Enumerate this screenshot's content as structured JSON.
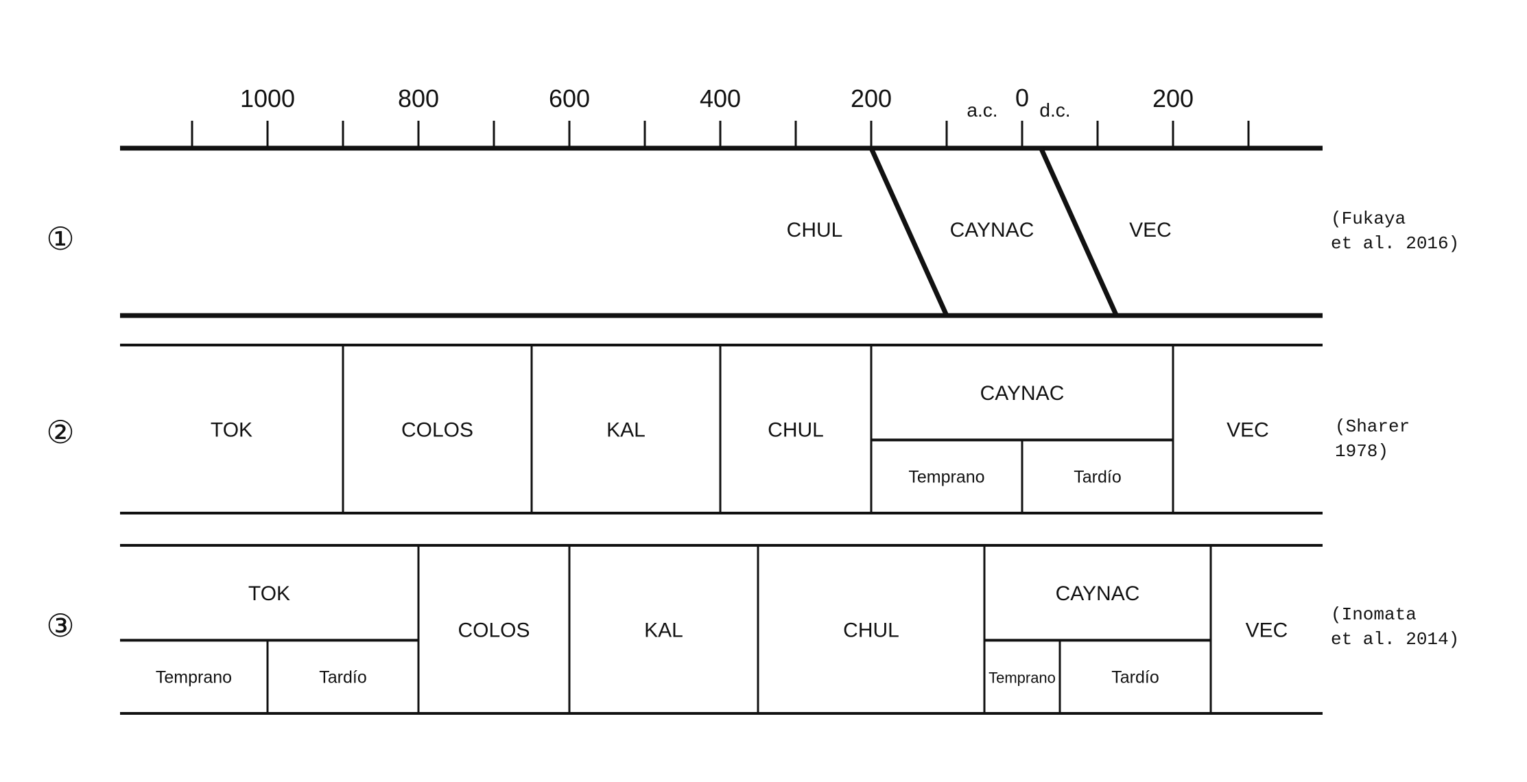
{
  "axis": {
    "ticks_years": [
      -1100,
      -1000,
      -900,
      -800,
      -700,
      -600,
      -500,
      -400,
      -300,
      -200,
      -100,
      0,
      100,
      200,
      300
    ],
    "labels": [
      {
        "year": -1000,
        "text": "1000"
      },
      {
        "year": -800,
        "text": "800"
      },
      {
        "year": -600,
        "text": "600"
      },
      {
        "year": -400,
        "text": "400"
      },
      {
        "year": -200,
        "text": "200"
      },
      {
        "year": 0,
        "text": "0"
      },
      {
        "year": 200,
        "text": "200"
      }
    ],
    "bc_label": "a.c.",
    "ad_label": "d.c.",
    "range_years": [
      -1200,
      400
    ]
  },
  "rows": [
    {
      "marker": "①",
      "source_line1": "(Fukaya",
      "source_line2": "et al. 2016)",
      "phases": [
        {
          "name": "CHUL",
          "label_year": -275
        },
        {
          "name": "CAYNAC",
          "label_year": -40
        },
        {
          "name": "VEC",
          "label_year": 170
        }
      ],
      "slanted_boundaries": [
        {
          "top_year": -200,
          "bottom_year": -100
        },
        {
          "top_year": 25,
          "bottom_year": 125
        }
      ]
    },
    {
      "marker": "②",
      "source_line1": "(Sharer",
      "source_line2": "1978)",
      "phases": [
        {
          "name": "TOK",
          "start": -1200,
          "end": -900
        },
        {
          "name": "COLOS",
          "start": -900,
          "end": -650
        },
        {
          "name": "KAL",
          "start": -650,
          "end": -400
        },
        {
          "name": "CHUL",
          "start": -400,
          "end": -200
        },
        {
          "name": "CAYNAC",
          "start": -200,
          "end": 200,
          "sub": [
            {
              "name": "Temprano",
              "start": -200,
              "end": 0
            },
            {
              "name": "Tardío",
              "start": 0,
              "end": 200
            }
          ]
        },
        {
          "name": "VEC",
          "start": 200,
          "end": 400
        }
      ]
    },
    {
      "marker": "③",
      "source_line1": "(Inomata",
      "source_line2": "et al. 2014)",
      "phases": [
        {
          "name": "TOK",
          "start": -1200,
          "end": -800,
          "sub": [
            {
              "name": "Temprano",
              "start": -1200,
              "end": -1000
            },
            {
              "name": "Tardío",
              "start": -1000,
              "end": -800
            }
          ]
        },
        {
          "name": "COLOS",
          "start": -800,
          "end": -600
        },
        {
          "name": "KAL",
          "start": -600,
          "end": -350
        },
        {
          "name": "CHUL",
          "start": -350,
          "end": -50
        },
        {
          "name": "CAYNAC",
          "start": -50,
          "end": 250,
          "sub": [
            {
              "name": "Temprano",
              "start": -50,
              "end": 50
            },
            {
              "name": "Tardío",
              "start": 50,
              "end": 250
            }
          ]
        },
        {
          "name": "VEC",
          "start": 250,
          "end": 400
        }
      ]
    }
  ]
}
